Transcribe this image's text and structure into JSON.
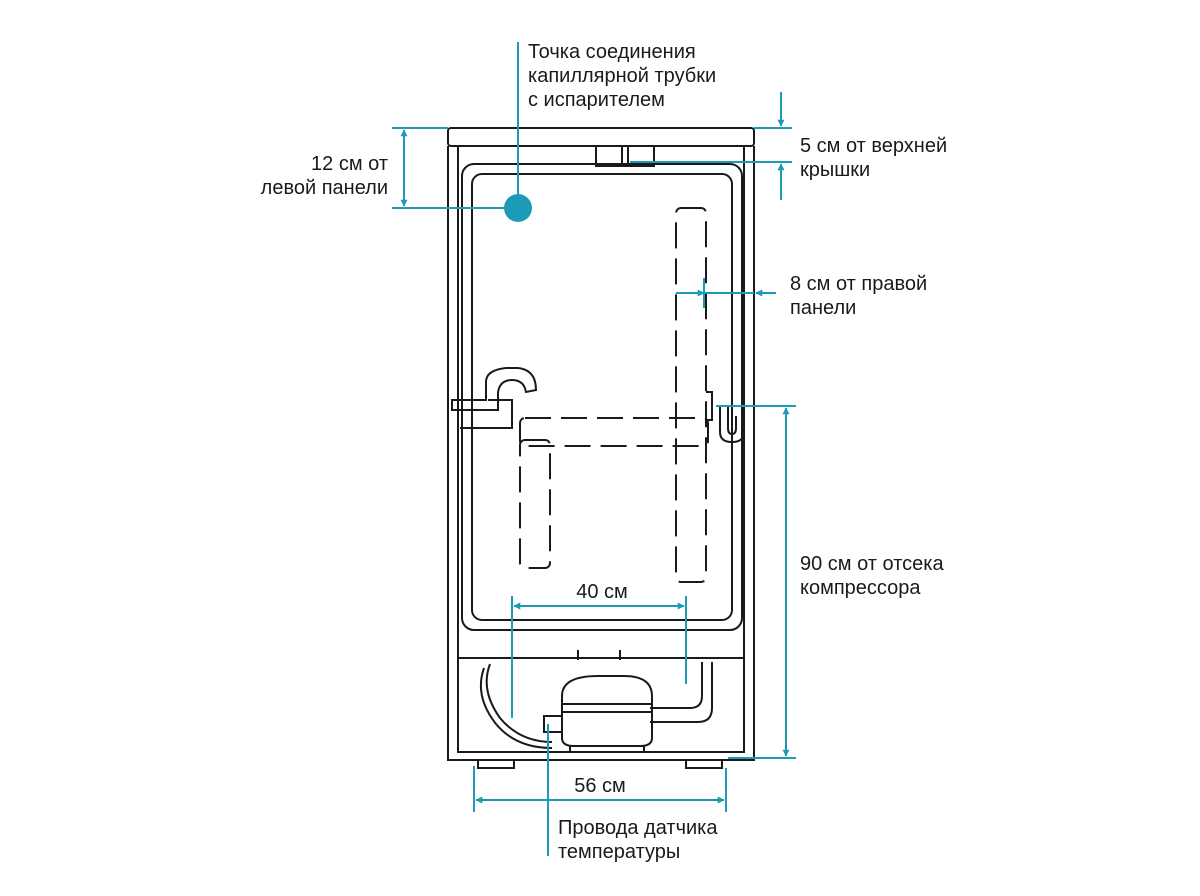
{
  "labels": {
    "joint": {
      "line1": "Точка соединения",
      "line2": "капиллярной трубки",
      "line3": "с испарителем"
    },
    "left_panel": {
      "line1": "12 см от",
      "line2": "левой панели"
    },
    "top_cover": {
      "line1": "5 см от верхней",
      "line2": "крышки"
    },
    "right_panel": {
      "line1": "8 см от правой",
      "line2": "панели"
    },
    "compressor": {
      "line1": "90 см от отсека",
      "line2": "компрессора"
    },
    "width_40": "40 см",
    "width_56": "56 см",
    "sensor": {
      "line1": "Провода датчика",
      "line2": "температуры"
    }
  },
  "colors": {
    "accent": "#1c9bb8",
    "line": "#1a1a1a",
    "background": "#ffffff"
  }
}
